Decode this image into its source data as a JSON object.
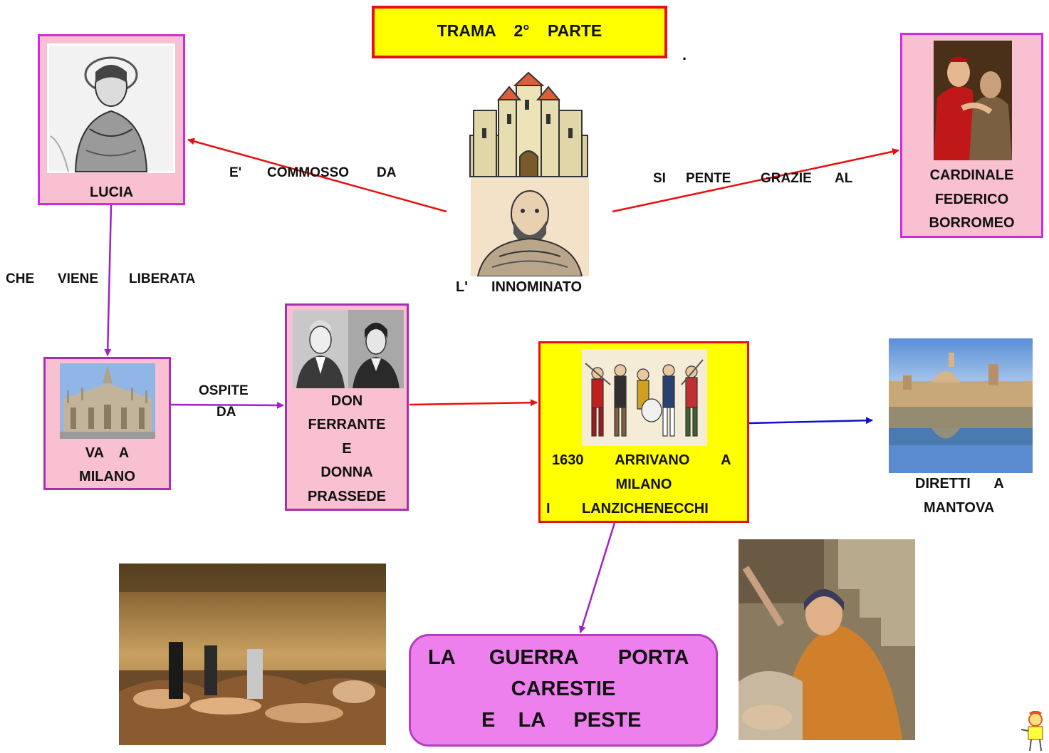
{
  "title": "TRAMA    2°    PARTE",
  "dot": ".",
  "nodes": {
    "lucia": "LUCIA",
    "innominato_left": "L'",
    "innominato_right": "INNOMINATO",
    "cardinale": [
      "CARDINALE",
      "FEDERICO",
      "BORROMEO"
    ],
    "milano": [
      "VA    A",
      "MILANO"
    ],
    "ferrante": [
      "DON",
      "FERRANTE",
      "E",
      "DONNA",
      "PRASSEDE"
    ],
    "lanzi": [
      "1630        ARRIVANO        A",
      "MILANO",
      "I        LANZICHENECCHI"
    ],
    "mantova": [
      "DIRETTI      A",
      "MANTOVA"
    ],
    "peste": [
      "LA      GUERRA       PORTA",
      "CARESTIE",
      "E    LA     PESTE"
    ]
  },
  "edges": {
    "commosso": [
      "E'",
      "COMMOSSO",
      "DA"
    ],
    "pente": [
      "SI",
      "PENTE",
      "GRAZIE",
      "AL"
    ],
    "liberata": [
      "CHE",
      "VIENE",
      "LIBERATA"
    ],
    "ospite": [
      "OSPITE",
      "DA"
    ]
  },
  "colors": {
    "red": "#e81010",
    "purple": "#a020c8",
    "blue": "#1010d0",
    "pink": "#f8c0d0",
    "yellow": "#ffff00",
    "violet_box": "#ee80ee"
  }
}
